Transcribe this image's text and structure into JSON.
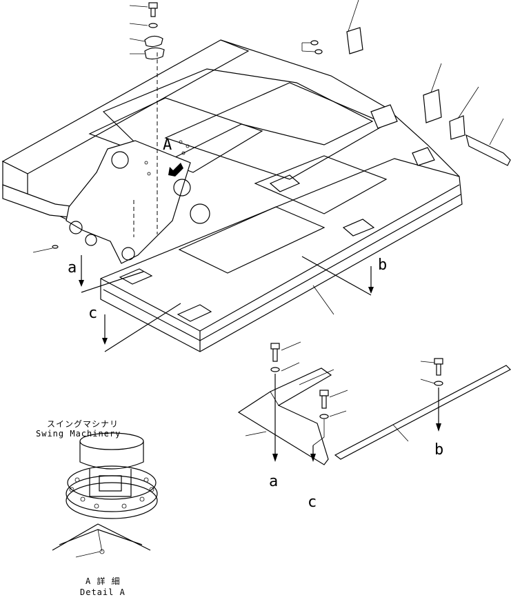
{
  "labels": {
    "detail_ref": "A",
    "ref_a_frame": "a",
    "ref_b_frame": "b",
    "ref_c_frame": "c",
    "ref_a_cover": "a",
    "ref_b_cover": "b",
    "ref_c_cover": "c"
  },
  "detail": {
    "title_jp": "スイングマシナリ",
    "title_en": "Swing Machinery",
    "caption_jp": "A 詳 細",
    "caption_en": "Detail A"
  }
}
